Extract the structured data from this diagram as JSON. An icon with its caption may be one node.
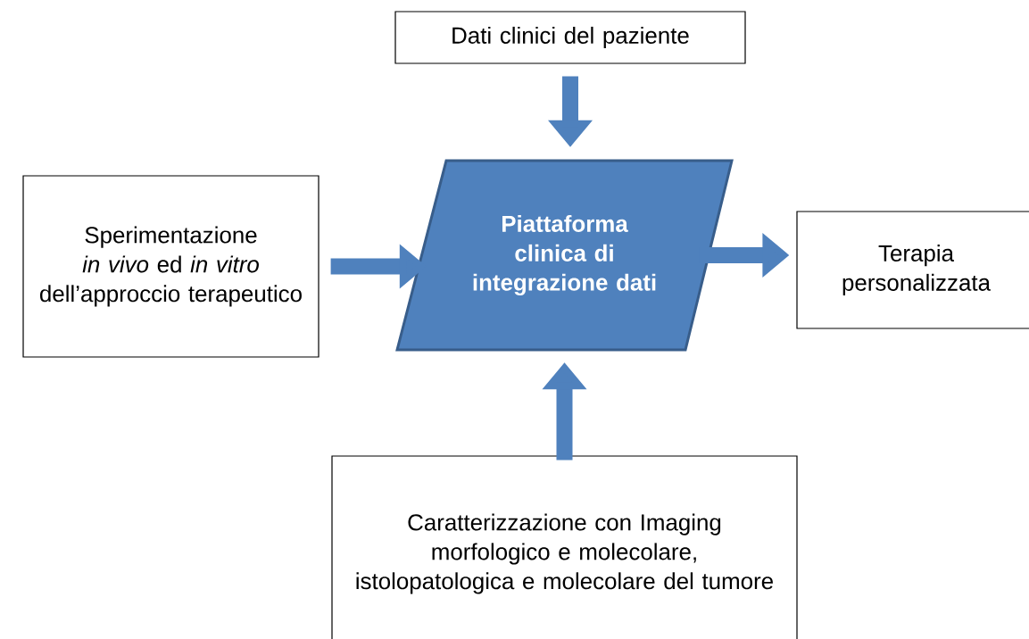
{
  "diagram": {
    "nodes": [
      {
        "text": [
          "Dati clinici del paziente"
        ]
      },
      {
        "text": [
          "Sperimentazione *in vivo* ed *in vitro* dell’approccio terapeutico"
        ]
      },
      {
        "text": [
          "Piattaforma clinica di integrazione dati"
        ]
      },
      {
        "text": [
          "Terapia personalizzata"
        ]
      },
      {
        "text": [
          "Caratterizzazione con Imaging morfologico e molecolare, istolopatologica e molecolare del tumore"
        ]
      }
    ],
    "edges": [
      {
        "from": 0,
        "to": 2,
        "arrow": "to"
      },
      {
        "from": 1,
        "to": 2,
        "arrow": "to"
      },
      {
        "from": 2,
        "to": 3,
        "arrow": "to"
      },
      {
        "from": 4,
        "to": 2,
        "arrow": "to"
      }
    ]
  }
}
